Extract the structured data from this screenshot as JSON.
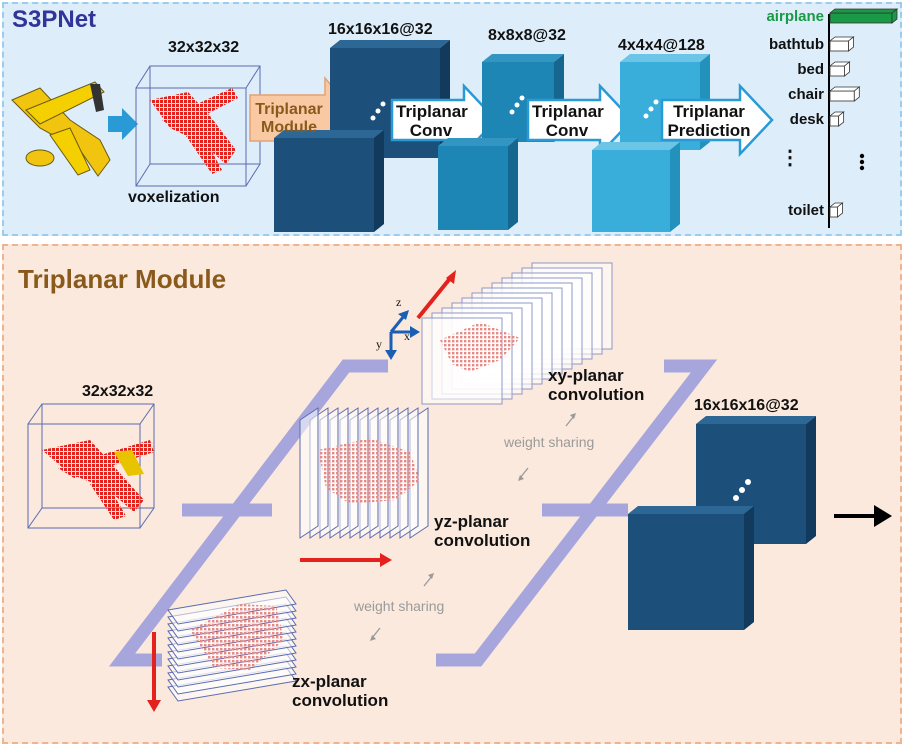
{
  "top": {
    "title": "S3PNet",
    "input_dim": "32x32x32",
    "voxelization_label": "voxelization",
    "module_arrow": "Triplanar\nModule",
    "feature_dims": [
      "16x16x16@32",
      "8x8x8@32",
      "4x4x4@128"
    ],
    "conv_arrows": [
      "Triplanar\nConv",
      "Triplanar\nConv",
      "Triplanar\nPrediction"
    ],
    "classes": [
      "airplane",
      "bathtub",
      "bed",
      "chair",
      "desk",
      "⋮",
      "toilet"
    ],
    "class_scores": [
      1.0,
      0.25,
      0.18,
      0.35,
      0.08,
      null,
      0.06
    ],
    "highlight_color": "#1a9a46"
  },
  "bottom": {
    "title": "Triplanar Module",
    "input_dim": "32x32x32",
    "output_dim": "16x16x16@32",
    "xy_label": "xy-planar\nconvolution",
    "yz_label": "yz-planar\nconvolution",
    "zx_label": "zx-planar\nconvolution",
    "weight_sharing": [
      "weight sharing",
      "weight sharing"
    ],
    "axes": {
      "z": "z",
      "x": "x",
      "y": "y"
    }
  },
  "colors": {
    "dark_block": "#1c4f7a",
    "mid_block": "#1e86b4",
    "light_block": "#3aaedb",
    "arrow_fill": "#ffffff",
    "arrow_stroke": "#2a9ad6",
    "module_arrow": "#f9c9a4",
    "bracket": "#a6a6dc",
    "red": "#e3211d"
  }
}
